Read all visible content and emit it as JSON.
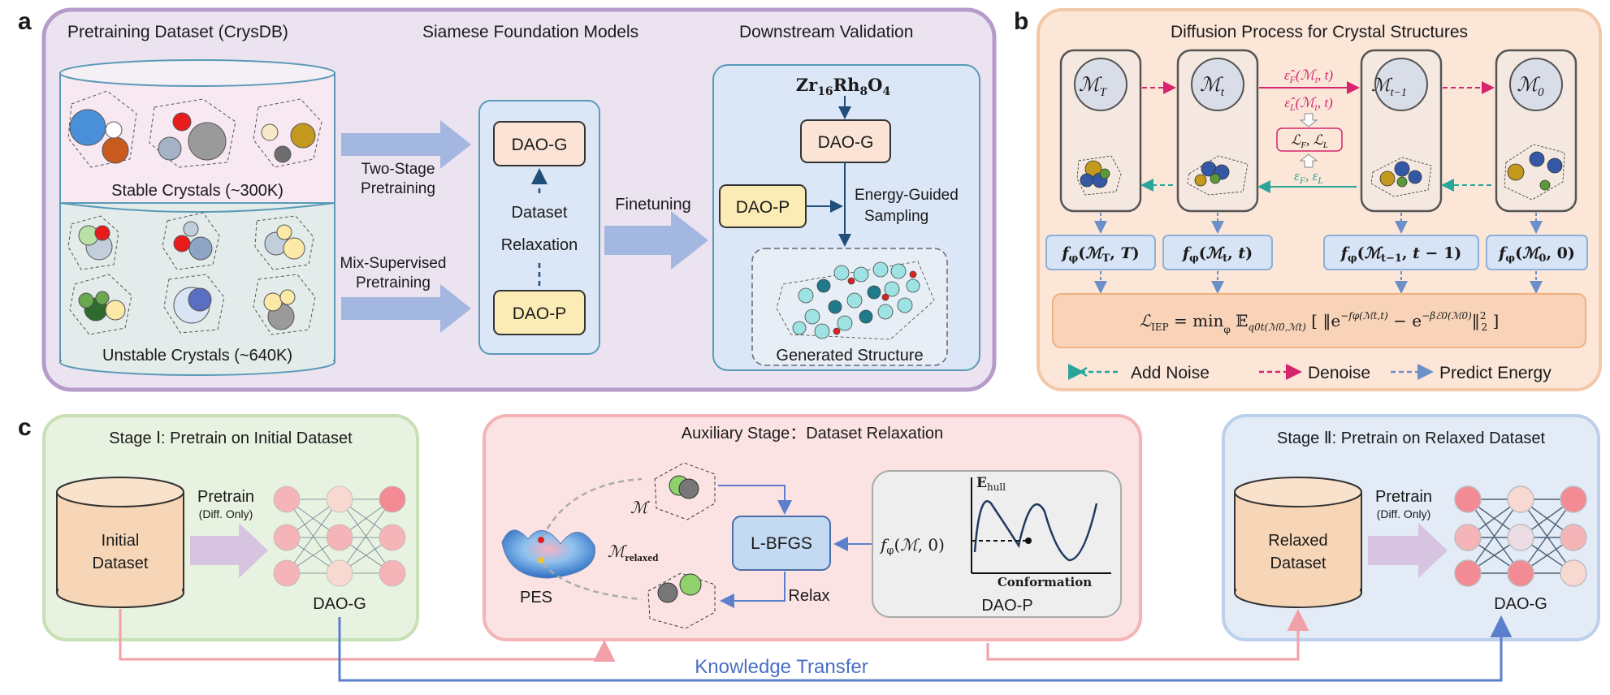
{
  "panel_a": {
    "letter": "a",
    "section_titles": [
      "Pretraining Dataset (CrysDB)",
      "Siamese Foundation Models",
      "Downstream Validation"
    ],
    "stable_label": "Stable Crystals (~300K)",
    "unstable_label": "Unstable Crystals (~640K)",
    "two_stage": [
      "Two-Stage",
      "Pretraining"
    ],
    "mix_supervised": [
      "Mix-Supervised",
      "Pretraining"
    ],
    "dao_g": "DAO-G",
    "dao_p": "DAO-P",
    "dataset_relaxation": [
      "Dataset",
      "Relaxation"
    ],
    "finetuning": "Finetuning",
    "formula": "Zr16Rh8O4",
    "energy_guided": [
      "Energy-Guided",
      "Sampling"
    ],
    "generated_structure": "Generated Structure"
  },
  "panel_b": {
    "letter": "b",
    "title": "Diffusion Process for Crystal Structures",
    "states": [
      "ℳT",
      "ℳt",
      "ℳt−1",
      "ℳ0"
    ],
    "eps_hat_f": "ε̂F(ℳt, t)",
    "eps_hat_l": "ε̂L(ℳt, t)",
    "loss_fl": "ℒF, ℒL",
    "eps_fl": "εF, εL",
    "energy_fns": [
      "fφ(ℳT, T)",
      "fφ(ℳt, t)",
      "fφ(ℳt−1, t − 1)",
      "fφ(ℳ0, 0)"
    ],
    "loss_iep": "ℒIEP = min_φ 𝔼q0t(ℳ0,ℳt) [ ‖e^(−fφ(ℳt,t)) − e^(−βℰ0(ℳ0))‖²₂ ]",
    "legend": [
      "Add Noise",
      "Denoise",
      "Predict Energy"
    ],
    "colors": {
      "add_noise": "#2aa59a",
      "denoise": "#d6246e",
      "predict_energy": "#6a8fc9"
    }
  },
  "panel_c": {
    "letter": "c",
    "stage1_title": "Stage Ⅰ: Pretrain on Initial Dataset",
    "aux_title": "Auxiliary Stage：Dataset Relaxation",
    "stage2_title": "Stage Ⅱ: Pretrain on Relaxed Dataset",
    "initial_dataset": [
      "Initial",
      "Dataset"
    ],
    "relaxed_dataset": [
      "Relaxed",
      "Dataset"
    ],
    "pretrain": "Pretrain",
    "diff_only": "(Diff. Only)",
    "dao_g": "DAO-G",
    "dao_p": "DAO-P",
    "pes": "PES",
    "m_label": "ℳ",
    "m_relaxed": "ℳrelaxed",
    "lbfgs": "L-BFGS",
    "relax": "Relax",
    "f_phi": "fφ(ℳ, 0)",
    "e_hull": "Ehull",
    "conformation": "Conformation",
    "knowledge_transfer": "Knowledge Transfer"
  }
}
